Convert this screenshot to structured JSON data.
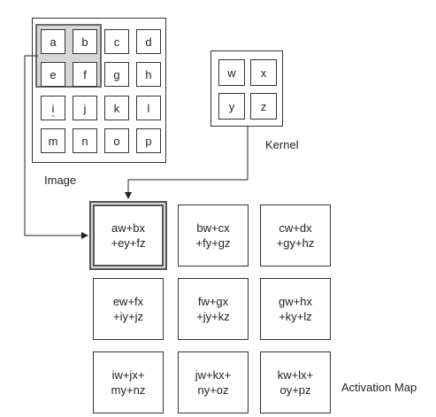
{
  "image": {
    "label": "Image",
    "cells": [
      [
        "a",
        "b",
        "c",
        "d"
      ],
      [
        "e",
        "f",
        "g",
        "h"
      ],
      [
        "i",
        "j",
        "k",
        "l"
      ],
      [
        "m",
        "n",
        "o",
        "p"
      ]
    ]
  },
  "kernel": {
    "label": "Kernel",
    "cells": [
      [
        "w",
        "x"
      ],
      [
        "y",
        "z"
      ]
    ]
  },
  "activation_map": {
    "label": "Activation Map",
    "cells": [
      [
        {
          "l1": "aw+bx",
          "l2": "+ey+fz"
        },
        {
          "l1": "bw+cx",
          "l2": "+fy+gz"
        },
        {
          "l1": "cw+dx",
          "l2": "+gy+hz"
        }
      ],
      [
        {
          "l1": "ew+fx",
          "l2": "+iy+jz"
        },
        {
          "l1": "fw+gx",
          "l2": "+jy+kz"
        },
        {
          "l1": "gw+hx",
          "l2": "+ky+lz"
        }
      ],
      [
        {
          "l1": "iw+jx+",
          "l2": "my+nz"
        },
        {
          "l1": "jw+kx+",
          "l2": "ny+oz"
        },
        {
          "l1": "kw+lx+",
          "l2": "oy+pz"
        }
      ]
    ]
  }
}
